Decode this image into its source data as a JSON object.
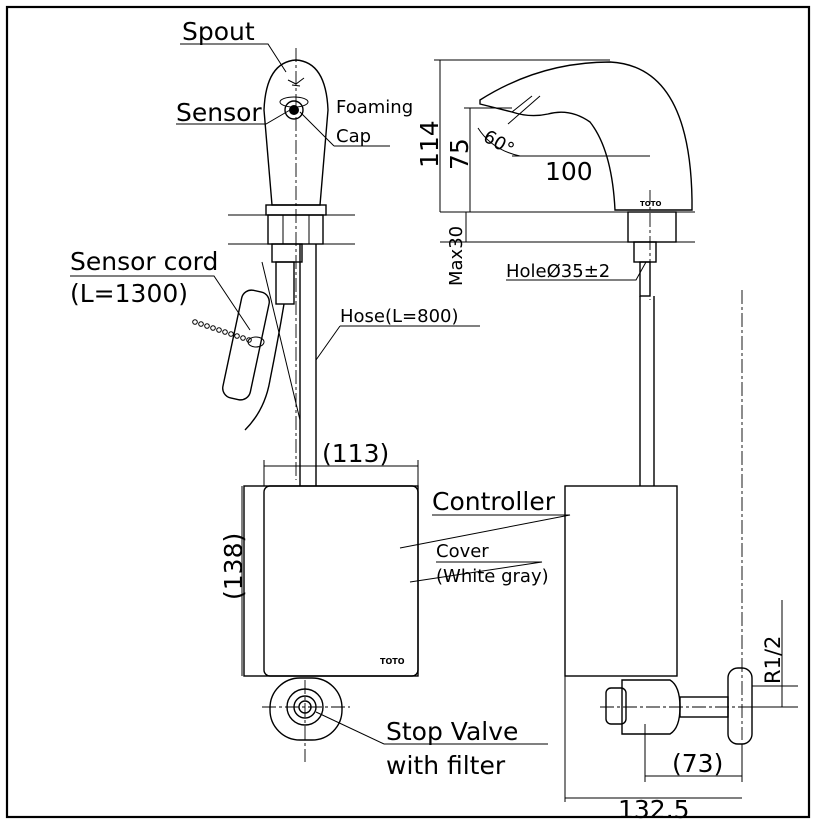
{
  "labels": {
    "spout": "Spout",
    "sensor": "Sensor",
    "foaming": "Foaming",
    "cap": "Cap",
    "sensor_cord": "Sensor cord",
    "sensor_cord_len": "(L=1300)",
    "hose": "Hose(L=800)",
    "controller": "Controller",
    "cover": "Cover",
    "cover_color": "(White gray)",
    "stop_valve": "Stop Valve",
    "with_filter": "with filter",
    "brand_front": "TOTO",
    "brand_cover": "TOTO"
  },
  "dimensions": {
    "height_total": "114",
    "height_outlet": "75",
    "angle": "60°",
    "reach": "100",
    "max_deck": "Max30",
    "hole": "HoleØ35±2",
    "controller_width": "(113)",
    "controller_height": "(138)",
    "thread": "R1/2",
    "valve_offset": "(73)",
    "overall_depth": "132.5"
  }
}
